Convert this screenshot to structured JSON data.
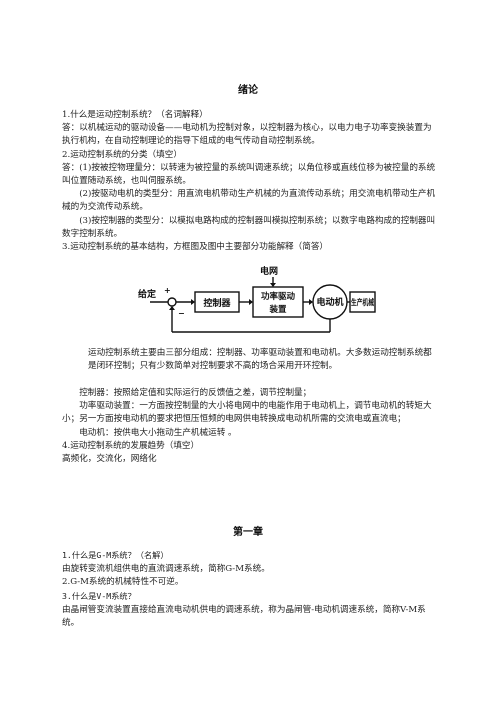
{
  "title_intro": "绪论",
  "s1_q": "1.什么是运动控制系统？（名词解释）",
  "s1_a": "答：以机械运动的驱动设备——电动机为控制对象，以控制器为核心，以电力电子功率变换装置为执行机构，在自动控制理论的指导下组成的电气传动自动控制系统。",
  "s2_q": "2.运动控制系统的分类（填空）",
  "s2_a1": "答：(1)按被控物理量分：以转速为被控量的系统叫调速系统；以角位移或直线位移为被控量的系统叫位置随动系统，也叫伺服系统。",
  "s2_a2": "(2)按驱动电机的类型分：用直流电机带动生产机械的为直流传动系统；用交流电机带动生产机械的为交流传动系统。",
  "s2_a3": "(3)按控制器的类型分：以模拟电路构成的控制器叫模拟控制系统；以数字电路构成的控制器叫数字控制系统。",
  "s3_q": "3.运动控制系统的基本结构，方框图及图中主要部分功能解释（简答）",
  "diagram": {
    "grid": "电网",
    "given": "给定",
    "plus": "+",
    "minus": "−",
    "controller": "控制器",
    "driver_l1": "功率驱动",
    "driver_l2": "装置",
    "motor": "电动机",
    "machine": "生产机械"
  },
  "s3_p1": "运动控制系统主要由三部分组成：控制器、功率驱动装置和电动机。大多数运动控制系统都是闭环控制；只有少数简单对控制要求不高的场合采用开环控制。",
  "s3_p2": "控制器：按照给定值和实际运行的反馈值之差，调节控制量；",
  "s3_p3": "功率驱动装置：一方面按控制量的大小将电网中的电能作用于电动机上，调节电动机的转矩大小；另一方面按电动机的要求把恒压恒频的电网供电转换成电动机所需的交流电或直流电；",
  "s3_p4": "电动机：按供电大小拖动生产机械运转 。",
  "s4_q": "4.运动控制系统的发展趋势（填空）",
  "s4_a": "高频化，交流化，网络化",
  "title_ch1": "第一章",
  "c1_q": "1.什么是G-M系统？（名解）",
  "c1_a": "由旋转变流机组供电的直流调速系统，简称G-M系统。",
  "c2_q": "2.G-M系统的机械特性不可逆。",
  "c3_q": "3.什么是V-M系统？",
  "c3_a": "由晶闸管变流装置直接给直流电动机供电的调速系统，称为晶闸管-电动机调速系统，简称V-M系统。"
}
